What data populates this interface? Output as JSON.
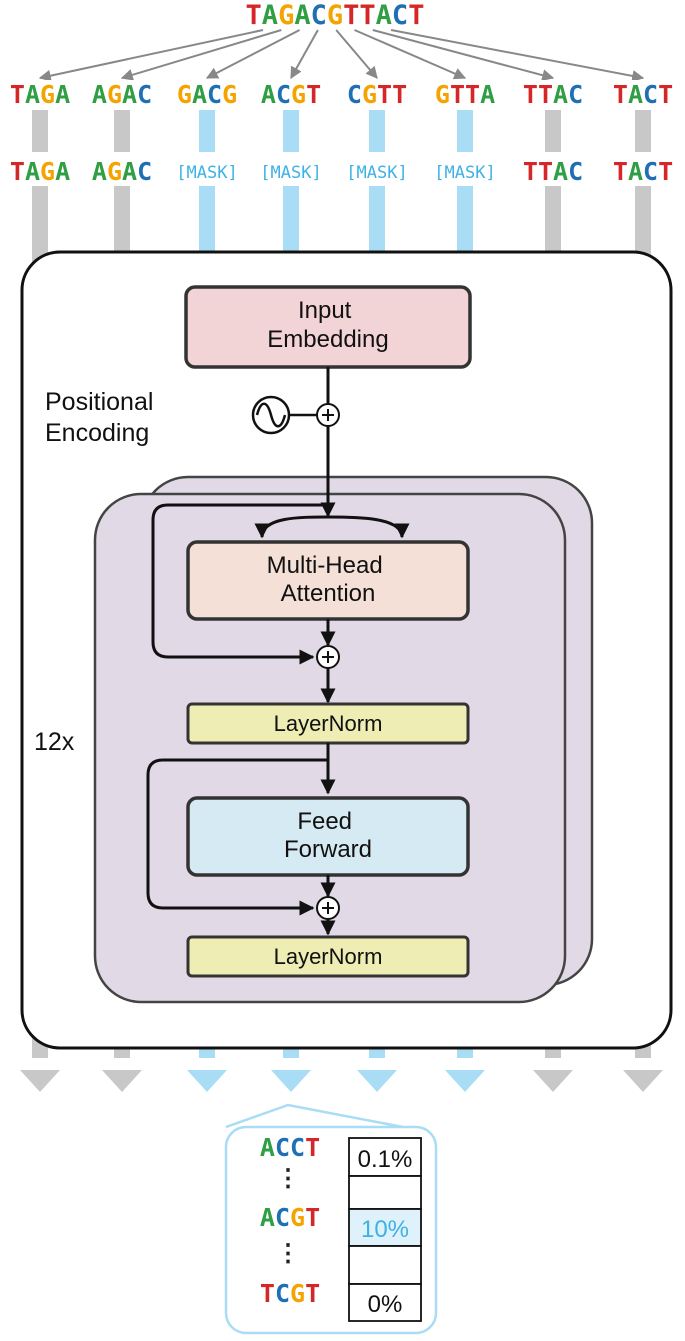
{
  "colors": {
    "A": "#2f9e44",
    "C": "#1f6fb5",
    "G": "#f5a300",
    "T": "#d62728",
    "mask": "#3db2e4",
    "gray_arrow": "#c8c8c8",
    "blue_arrow": "#a9dcf5",
    "embedding_fill": "#f3d4d6",
    "attention_fill": "#f5e0d8",
    "feedforward_fill": "#d6eaf3",
    "layernorm_fill": "#eeedb3",
    "block_fill": "#e2d9e6"
  },
  "source_sequence": "TAGACGTTACT",
  "kmers": [
    "TAGA",
    "AGAC",
    "GACG",
    "ACGT",
    "CGTT",
    "GTTA",
    "TTAC",
    "TACT"
  ],
  "masked_tokens": [
    "TAGA",
    "AGAC",
    "[MASK]",
    "[MASK]",
    "[MASK]",
    "[MASK]",
    "TTAC",
    "TACT"
  ],
  "model": {
    "input_embedding": "Input\nEmbedding",
    "positional_encoding": "Positional\nEncoding",
    "repeat": "12x",
    "attention": "Multi-Head\nAttention",
    "layernorm": "LayerNorm",
    "feed_forward": "Feed\nForward",
    "add_symbol": "+"
  },
  "prediction": {
    "rows": [
      {
        "kmer": "ACCT",
        "prob": "0.1%",
        "highlight": false
      },
      {
        "kmer": "ACGT",
        "prob": "10%",
        "highlight": true
      },
      {
        "kmer": "TCGT",
        "prob": "0%",
        "highlight": false
      }
    ],
    "ellipsis": "⋮"
  }
}
